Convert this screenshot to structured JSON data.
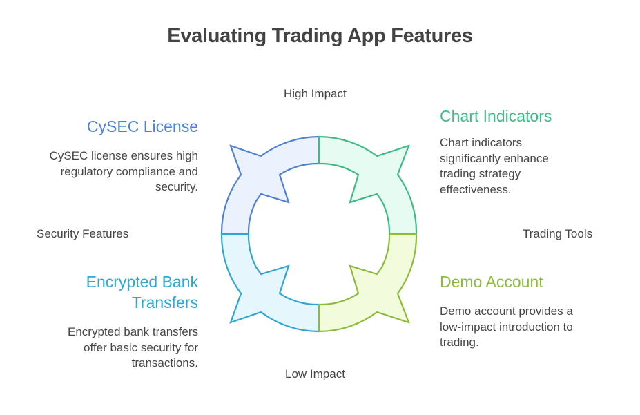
{
  "title": "Evaluating Trading App Features",
  "axes": {
    "top": "High Impact",
    "bottom": "Low Impact",
    "left": "Security Features",
    "right": "Trading Tools"
  },
  "quadrants": [
    {
      "id": "top-left",
      "heading": "CySEC License",
      "description": [
        "CySEC license ensures high",
        "regulatory compliance and",
        "security."
      ],
      "stroke": "#4e80d4",
      "fill": "#ecf2fd",
      "heading_color": "#4f82d6"
    },
    {
      "id": "top-right",
      "heading": "Chart Indicators",
      "description": [
        "Chart indicators",
        "significantly enhance",
        "trading strategy",
        "effectiveness."
      ],
      "stroke": "#3cbb84",
      "fill": "#e6fbf1",
      "heading_color": "#3ebd86"
    },
    {
      "id": "bottom-left",
      "heading": "Encrypted Bank Transfers",
      "heading_lines": [
        "Encrypted Bank",
        "Transfers"
      ],
      "description": [
        "Encrypted bank transfers",
        "offer basic security for",
        "transactions."
      ],
      "stroke": "#2fa5d3",
      "fill": "#e5f6fd",
      "heading_color": "#2ea8d6"
    },
    {
      "id": "bottom-right",
      "heading": "Demo Account",
      "description": [
        "Demo account provides a",
        "low-impact introduction to",
        "trading."
      ],
      "stroke": "#8cbb3a",
      "fill": "#f2fbdc",
      "heading_color": "#8bbd3c"
    }
  ]
}
